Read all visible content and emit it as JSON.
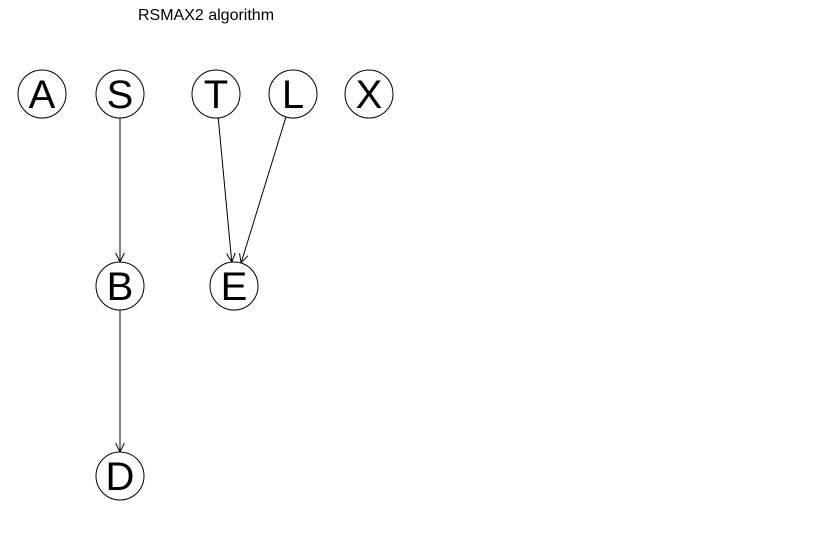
{
  "title": "RSMAX2 algorithm",
  "colors": {
    "background": "#ffffff",
    "stroke": "#000000",
    "text": "#000000"
  },
  "nodes": [
    {
      "id": "A",
      "label": "A"
    },
    {
      "id": "S",
      "label": "S"
    },
    {
      "id": "T",
      "label": "T"
    },
    {
      "id": "L",
      "label": "L"
    },
    {
      "id": "X",
      "label": "X"
    },
    {
      "id": "B",
      "label": "B"
    },
    {
      "id": "E",
      "label": "E"
    },
    {
      "id": "D",
      "label": "D"
    }
  ],
  "edges": [
    {
      "from": "S",
      "to": "B"
    },
    {
      "from": "B",
      "to": "D"
    },
    {
      "from": "T",
      "to": "E"
    },
    {
      "from": "L",
      "to": "E"
    }
  ]
}
